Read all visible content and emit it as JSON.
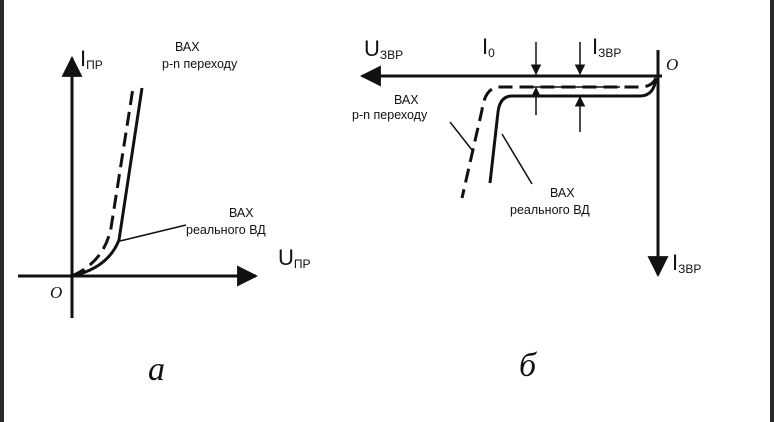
{
  "panel_a": {
    "letter": "а",
    "axis_y": {
      "main": "I",
      "sub": "ПР"
    },
    "axis_x": {
      "main": "U",
      "sub": "ПР"
    },
    "origin": "O",
    "label_ideal": [
      "ВАХ",
      "p-n переходу"
    ],
    "label_real": [
      "ВАХ",
      "реального ВД"
    ]
  },
  "panel_b": {
    "letter": "б",
    "axis_x": {
      "main": "U",
      "sub": "ЗВР"
    },
    "axis_y": {
      "main": "I",
      "sub": "ЗВР"
    },
    "origin": "O",
    "label_i0": {
      "main": "I",
      "sub": "0"
    },
    "label_izvr": {
      "main": "I",
      "sub": "ЗВР"
    },
    "label_ideal": [
      "ВАХ",
      "p-n переходу"
    ],
    "label_real": [
      "ВАХ",
      "реального ВД"
    ]
  }
}
